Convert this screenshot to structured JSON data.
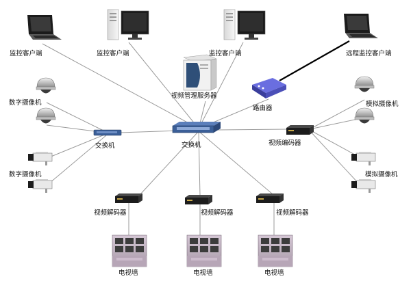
{
  "labels": {
    "monitor_client_1": "监控客户端",
    "monitor_client_2": "监控客户端",
    "monitor_client_3": "监控客户端",
    "remote_client": "远程监控客户端",
    "video_server": "视频管理服务器",
    "router": "路由器",
    "digital_camera_1": "数字摄像机",
    "digital_camera_2": "数字摄像机",
    "analog_camera_1": "模拟摄像机",
    "analog_camera_2": "模拟摄像机",
    "switch_left": "交换机",
    "switch_center": "交换机",
    "video_encoder": "视频编码器",
    "video_decoder_1": "视频解码器",
    "video_decoder_2": "视频解码器",
    "video_decoder_3": "视频解码器",
    "tv_wall_1": "电视墙",
    "tv_wall_2": "电视墙",
    "tv_wall_3": "电视墙"
  },
  "icons": {
    "laptop": "laptop-icon",
    "desktop": "desktop-computer-icon",
    "server": "server-icon",
    "router": "router-icon",
    "dome_camera": "dome-camera-icon",
    "box_camera": "box-camera-icon",
    "switch": "network-switch-icon",
    "encoder": "video-encoder-icon",
    "decoder": "video-decoder-icon",
    "tv_wall": "tv-wall-icon"
  },
  "colors": {
    "link": "#9a9a9a",
    "internet_link": "#000000",
    "switch_blue": "#3b5f98",
    "router_blue": "#4b4fb8",
    "device_dark": "#1c1c1c"
  }
}
